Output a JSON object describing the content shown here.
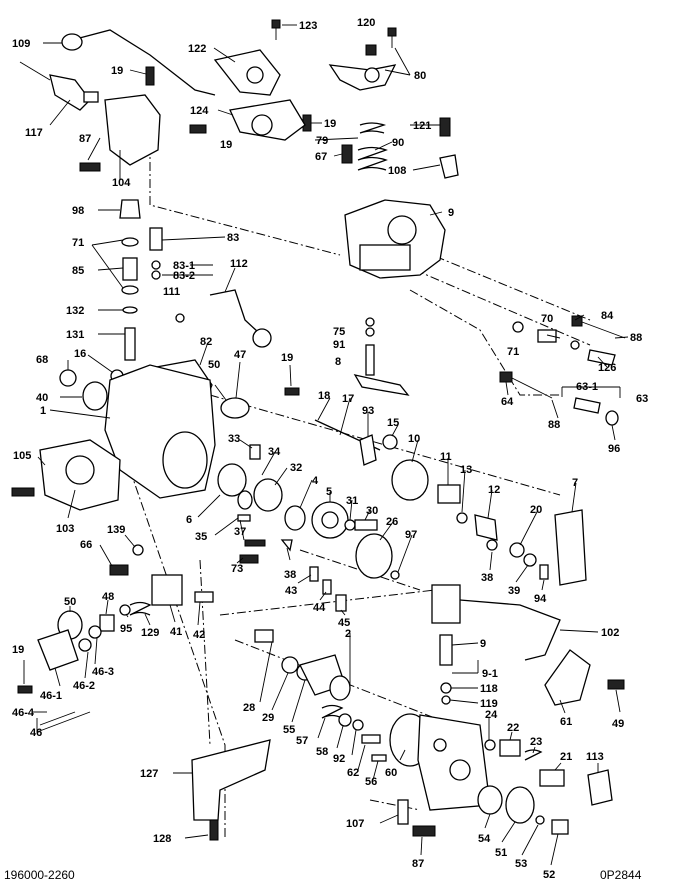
{
  "footer": {
    "left": "196000-2260",
    "right": "0P2844"
  },
  "labels": [
    "123",
    "120",
    "109",
    "122",
    "80",
    "19",
    "117",
    "124",
    "19",
    "121",
    "87",
    "19",
    "79",
    "90",
    "67",
    "108",
    "104",
    "98",
    "71",
    "83",
    "83-1",
    "83-2",
    "9",
    "85",
    "112",
    "111",
    "132",
    "75",
    "91",
    "131",
    "8",
    "84",
    "70",
    "71",
    "88",
    "68",
    "16",
    "82",
    "47",
    "19",
    "126",
    "40",
    "1",
    "17",
    "93",
    "63-1",
    "63",
    "18",
    "64",
    "15",
    "10",
    "11",
    "50",
    "88",
    "96",
    "105",
    "33",
    "34",
    "32",
    "4",
    "13",
    "7",
    "5",
    "12",
    "6",
    "31",
    "30",
    "26",
    "35",
    "37",
    "20",
    "103",
    "139",
    "73",
    "38",
    "97",
    "38",
    "39",
    "94",
    "66",
    "43",
    "44",
    "45",
    "48",
    "50",
    "2",
    "102",
    "95",
    "129",
    "41",
    "42",
    "9",
    "19",
    "9-1",
    "46-2",
    "46-3",
    "46-1",
    "28",
    "29",
    "55",
    "118",
    "119",
    "61",
    "46-4",
    "46",
    "57",
    "58",
    "92",
    "62",
    "24",
    "22",
    "23",
    "49",
    "60",
    "56",
    "21",
    "113",
    "127",
    "107",
    "54",
    "51",
    "53",
    "52",
    "128",
    "87"
  ]
}
